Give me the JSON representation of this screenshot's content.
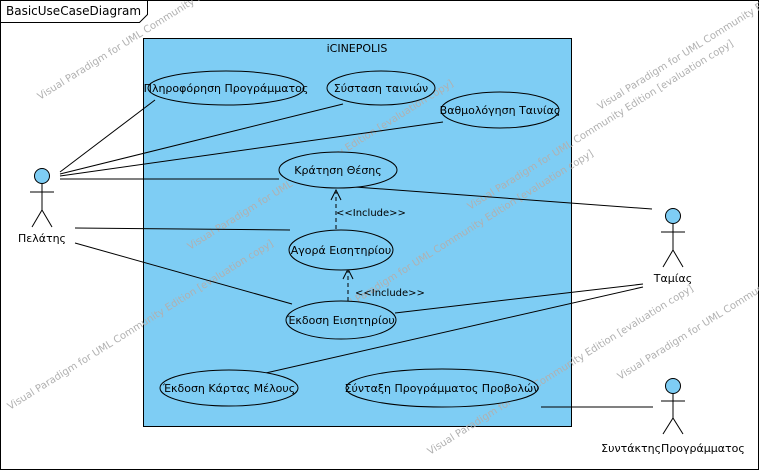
{
  "diagram": {
    "frame_title": "BasicUseCaseDiagram",
    "system_name": "iCINEPOLIS",
    "watermark": "Visual Paradigm for UML Community Edition [evaluation copy]",
    "colors": {
      "system_fill": "#7ecdf4",
      "actor_head": "#7ecdf4",
      "line": "#000000",
      "background": "#ffffff"
    },
    "actors": [
      {
        "id": "customer",
        "label": "Πελάτης"
      },
      {
        "id": "cashier",
        "label": "Ταμίας"
      },
      {
        "id": "scheduler",
        "label": "ΣυντάκτηςΠρογράμματος"
      }
    ],
    "use_cases": [
      {
        "id": "program_info",
        "label": "Πληροφόρηση Προγράμματος"
      },
      {
        "id": "recommend",
        "label": "Σύσταση ταινιών"
      },
      {
        "id": "rate",
        "label": "Βαθμολόγηση Ταινίας"
      },
      {
        "id": "reserve",
        "label": "Κράτηση Θέσης"
      },
      {
        "id": "buy",
        "label": "Αγορά Εισητηρίου"
      },
      {
        "id": "issue",
        "label": "Έκδοση Εισητηρίου"
      },
      {
        "id": "card",
        "label": "Έκδοση Κάρτας  Μέλους"
      },
      {
        "id": "schedule",
        "label": "Σύνταξη Προγράμματος Προβολών"
      }
    ],
    "includes": [
      {
        "from": "buy",
        "to": "reserve",
        "label": "<<Include>>"
      },
      {
        "from": "issue",
        "to": "buy",
        "label": "<<Include>>"
      }
    ],
    "associations": [
      {
        "actor": "customer",
        "use_case": "program_info"
      },
      {
        "actor": "customer",
        "use_case": "recommend"
      },
      {
        "actor": "customer",
        "use_case": "rate"
      },
      {
        "actor": "customer",
        "use_case": "reserve"
      },
      {
        "actor": "customer",
        "use_case": "buy"
      },
      {
        "actor": "customer",
        "use_case": "issue"
      },
      {
        "actor": "cashier",
        "use_case": "reserve"
      },
      {
        "actor": "cashier",
        "use_case": "issue"
      },
      {
        "actor": "cashier",
        "use_case": "card"
      },
      {
        "actor": "scheduler",
        "use_case": "schedule"
      }
    ]
  }
}
